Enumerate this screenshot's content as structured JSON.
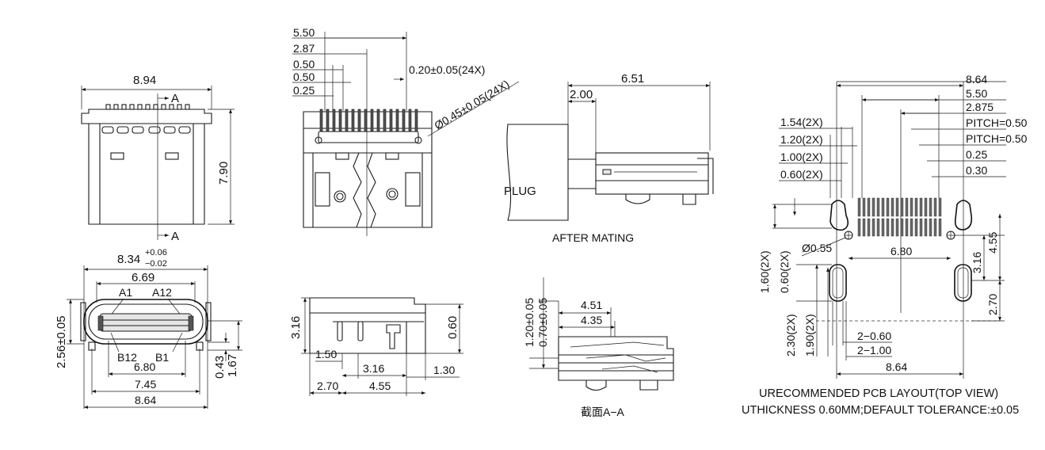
{
  "front_view": {
    "width": "8.94",
    "height": "7.90",
    "section_top": "A",
    "section_bottom": "A"
  },
  "top_view": {
    "pin_dims": [
      "5.50",
      "2.87",
      "0.50",
      "0.50",
      "0.25"
    ],
    "pin_width": "0.20±0.05(24X)",
    "hole_dia": "Ø0.45±0.05(24X)"
  },
  "mating_view": {
    "dim_a": "6.51",
    "dim_b": "2.00",
    "plug_label": "PLUG",
    "caption": "AFTER MATING"
  },
  "pcb_layout": {
    "top_dims": [
      "8.64",
      "5.50",
      "2.875",
      "PITCH=0.50",
      "PITCH=0.50",
      "0.25",
      "0.30"
    ],
    "left_dims": [
      "1.54(2X)",
      "1.20(2X)",
      "1.00(2X)",
      "0.60(2X)"
    ],
    "hole_dia": "Ø0.55",
    "center_dim": "6.80",
    "vert_left_a": "1.60(2X)",
    "vert_left_b": "0.60(2X)",
    "vert_right_a": "3.16",
    "vert_right_b": "4.55",
    "vert_right_c": "2.70",
    "slot_left_a": "2.30(2X)",
    "slot_left_b": "1.90(2X)",
    "slot_w_a": "2−0.60",
    "slot_w_b": "2−1.00",
    "bottom_dim": "8.64",
    "caption_1": "URECOMMENDED PCB LAYOUT(TOP VIEW)",
    "caption_2": "UTHICKNESS 0.60MM;DEFAULT TOLERANCE:±0.05"
  },
  "end_view": {
    "width_main": "8.34",
    "tol_plus": "+0.06",
    "tol_minus": "−0.02",
    "inner_width": "6.69",
    "pin_a1": "A1",
    "pin_a12": "A12",
    "pin_b12": "B12",
    "pin_b1": "B1",
    "w_680": "6.80",
    "w_745": "7.45",
    "w_864": "8.64",
    "height": "2.56±0.05",
    "h_043": "0.43",
    "h_167": "1.67"
  },
  "side_view": {
    "h_316": "3.16",
    "h_060": "0.60",
    "w_150": "1.50",
    "w_316": "3.16",
    "w_130": "1.30",
    "w_270": "2.70",
    "w_455": "4.55"
  },
  "section_view": {
    "h_a": "1.20±0.05",
    "h_b": "0.70±0.05",
    "w_a": "4.51",
    "w_b": "4.35",
    "caption": "截面A−A"
  }
}
